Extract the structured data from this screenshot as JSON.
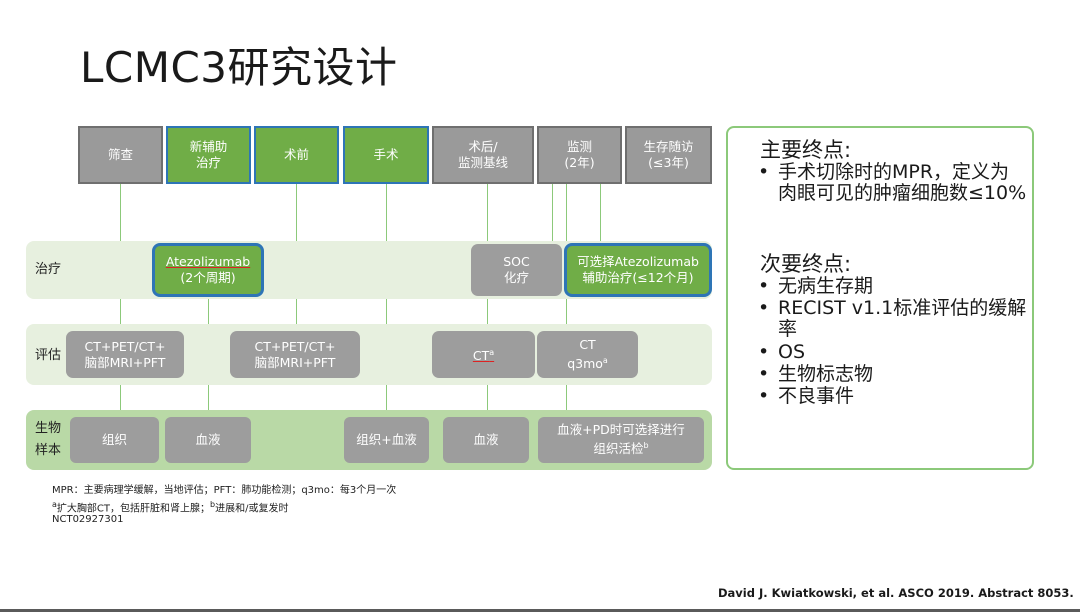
{
  "title": "LCMC3研究设计",
  "header": {
    "screening": "筛查",
    "neoadjuvant_l1": "新辅助",
    "neoadjuvant_l2": "治疗",
    "preop": "术前",
    "surgery": "手术",
    "postop_l1": "术后/",
    "postop_l2": "监测基线",
    "monitor_l1": "监测",
    "monitor_l2": "(2年)",
    "survival_l1": "生存随访",
    "survival_l2": "(≤3年)"
  },
  "rows": {
    "treatment": "治疗",
    "assessment": "评估",
    "biosample_l1": "生物",
    "biosample_l2": "样本"
  },
  "treatment": {
    "atezo_l1": "Atezolizumab",
    "atezo_l2": "(2个周期)",
    "soc_l1": "SOC",
    "soc_l2": "化疗",
    "optional_l1": "可选择Atezolizumab",
    "optional_l2": "辅助治疗(≤12个月)"
  },
  "assessment": {
    "screen_l1": "CT+PET/CT+",
    "screen_l2": "脑部MRI+PFT",
    "preop_l1": "CT+PET/CT+",
    "preop_l2": "脑部MRI+PFT",
    "ct": "CT",
    "ct_sup": "a",
    "ct2_l1": "CT",
    "ct2_l2": "q3mo",
    "ct2_sup": "a"
  },
  "biosample": {
    "tissue": "组织",
    "blood1": "血液",
    "tissue_blood": "组织+血液",
    "blood2": "血液",
    "pd_l1": "血液+PD时可选择进行",
    "pd_l2": "组织活检",
    "pd_sup": "b"
  },
  "endpoints": {
    "primary_head": "主要终点:",
    "primary_items": [
      "手术切除时的MPR，定义为肉眼可见的肿瘤细胞数≤10%"
    ],
    "secondary_head": "次要终点:",
    "secondary_items": [
      "无病生存期",
      "RECIST v1.1标准评估的缓解率",
      "OS",
      "生物标志物",
      "不良事件"
    ],
    "bullet": "•"
  },
  "footnotes": {
    "line1": "MPR：主要病理学缓解，当地评估；PFT：肺功能检测；q3mo：每3个月一次",
    "line2_sup_a": "a",
    "line2_a": "扩大胸部CT，包括肝脏和肾上腺；",
    "line2_sup_b": "b",
    "line2_b": "进展和/或复发时",
    "line3": "NCT02927301"
  },
  "citation": "David J. Kwiatkowski, et al. ASCO 2019. Abstract 8053.",
  "colors": {
    "gray_box": "#9a9a9a",
    "green_box": "#70ad47",
    "blue_border": "#2e75b6",
    "light_band": "#e7f0df",
    "bio_band": "#b9d9a6",
    "line_green": "#8cc97a"
  }
}
